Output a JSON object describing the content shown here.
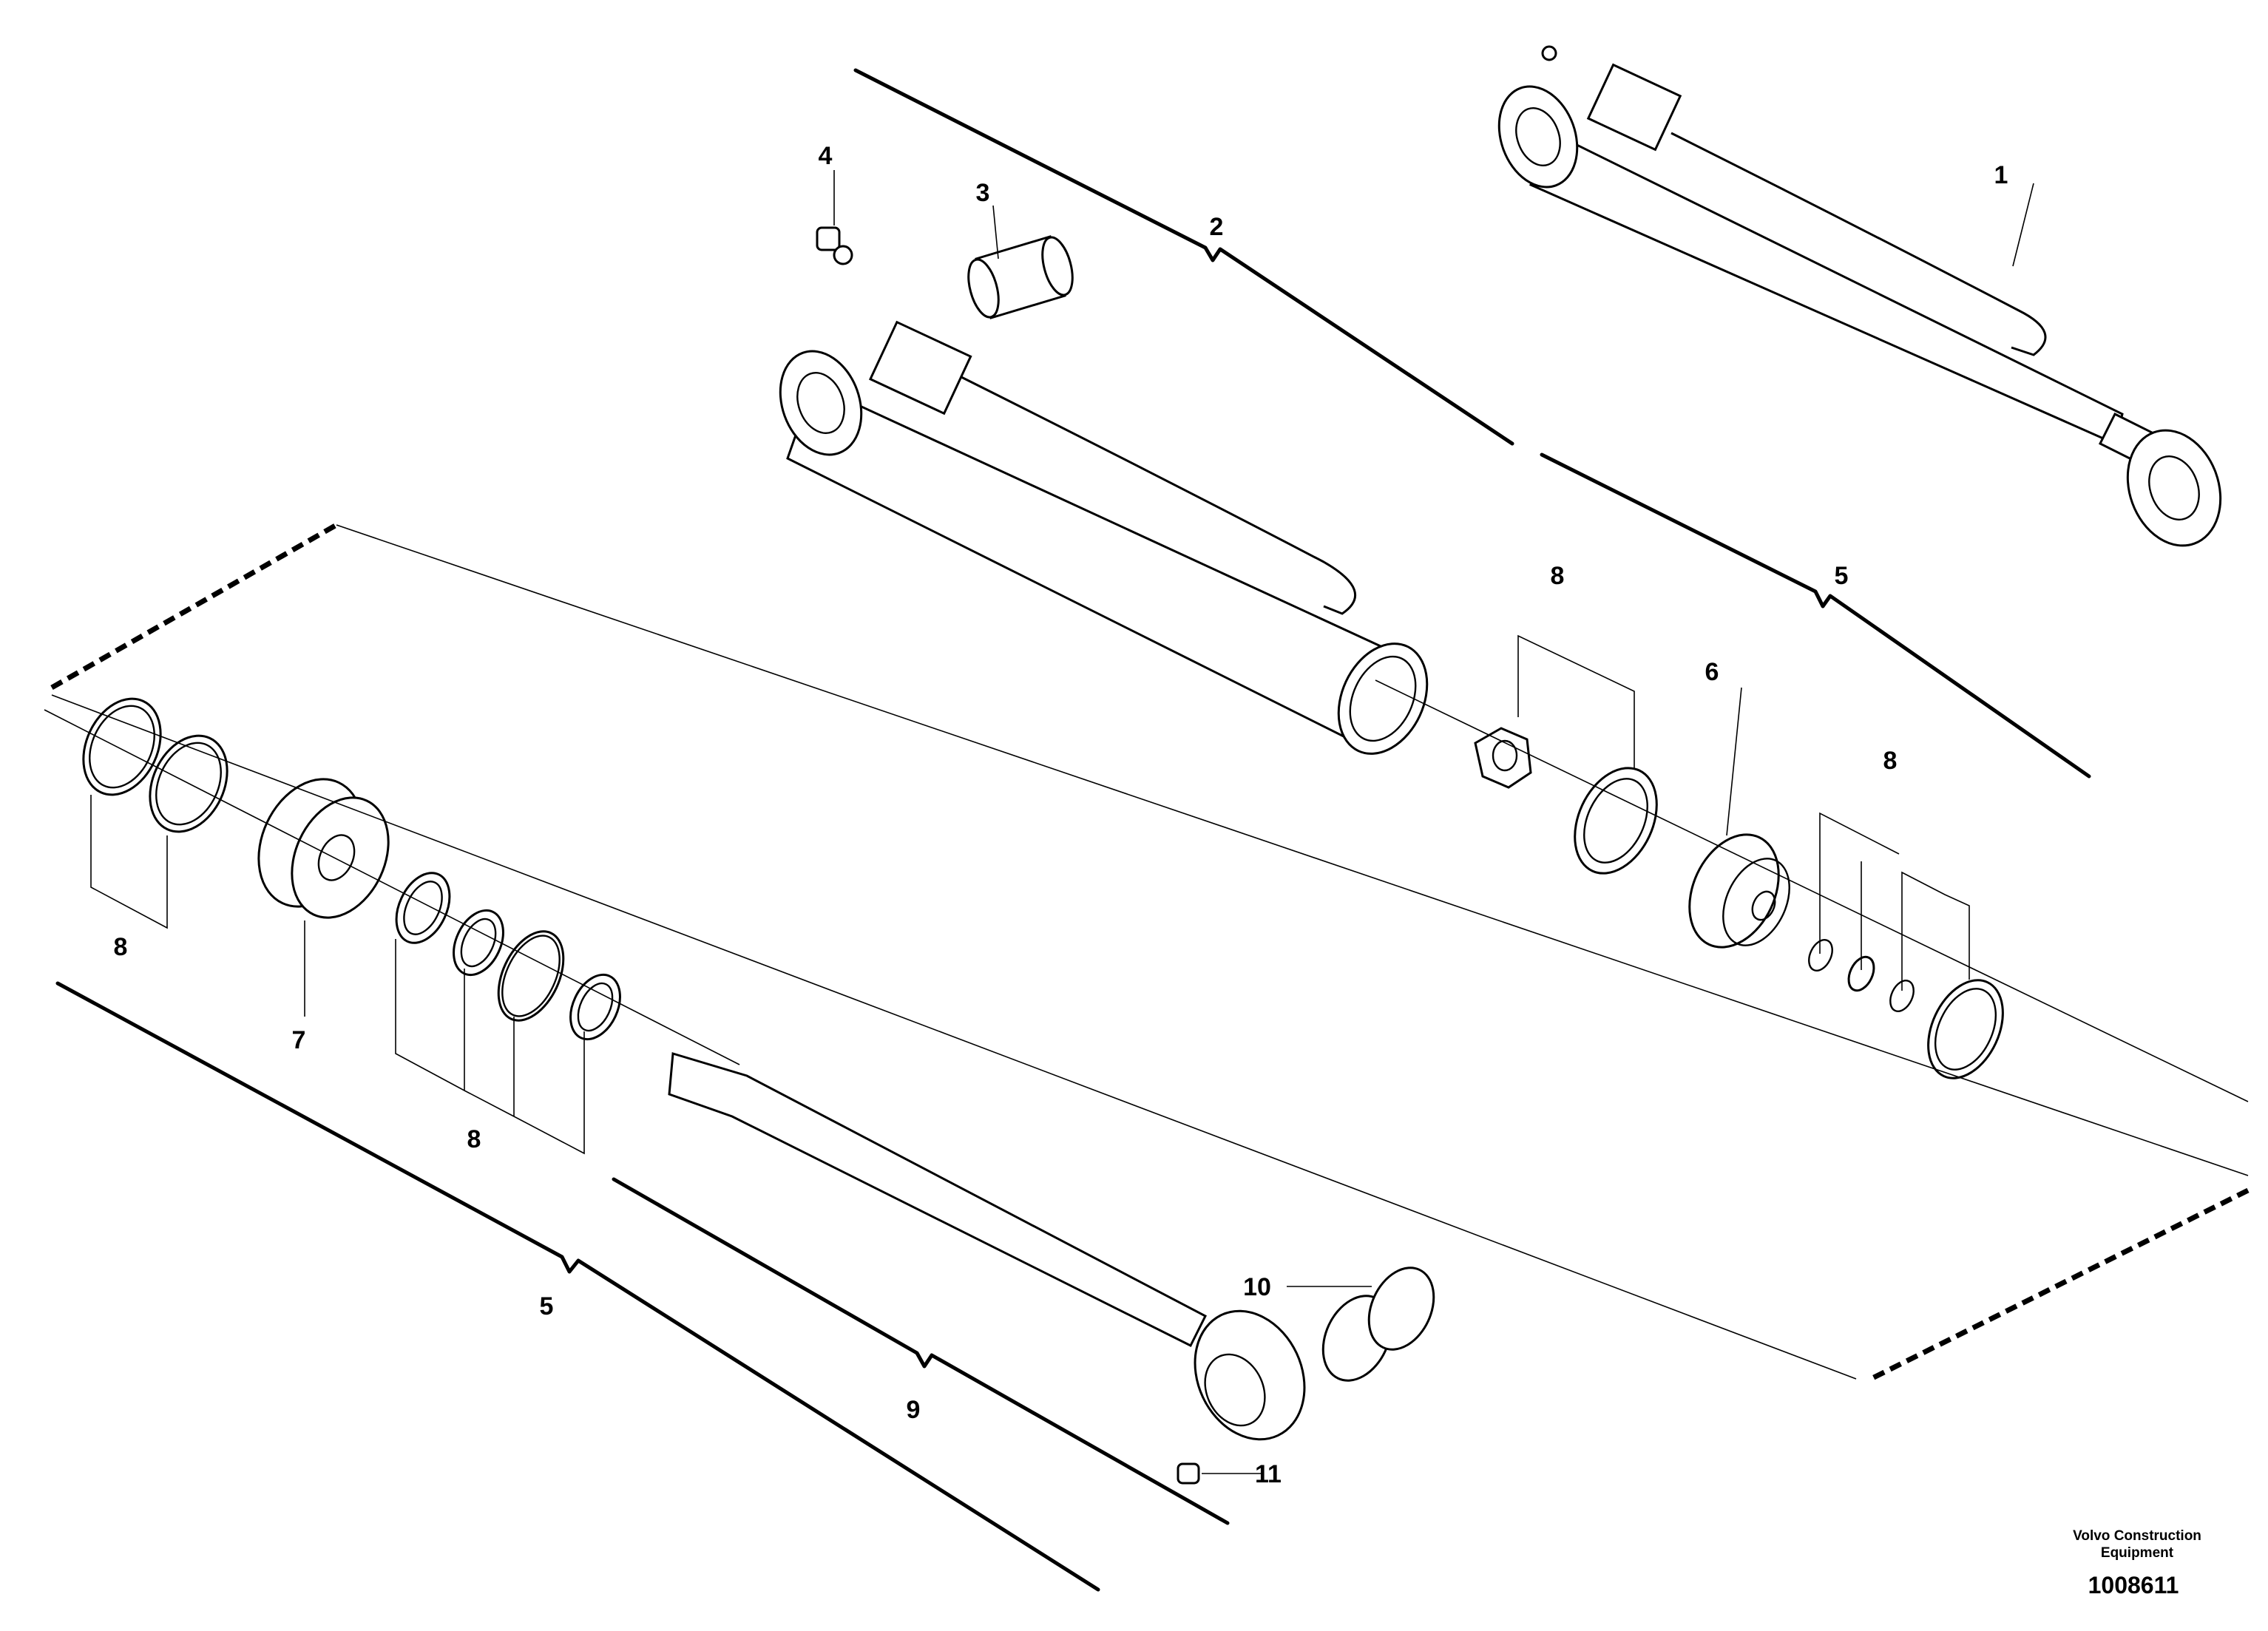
{
  "callouts": {
    "c1": "1",
    "c2": "2",
    "c3": "3",
    "c4": "4",
    "c5_right": "5",
    "c5_left": "5",
    "c6": "6",
    "c7": "7",
    "c8_right_top": "8",
    "c8_right_low": "8",
    "c8_left_rings": "8",
    "c8_left_seals": "8",
    "c9": "9",
    "c10": "10",
    "c11": "11"
  },
  "brand": {
    "line1": "Volvo Construction",
    "line2": "Equipment"
  },
  "document_number": "1008611"
}
